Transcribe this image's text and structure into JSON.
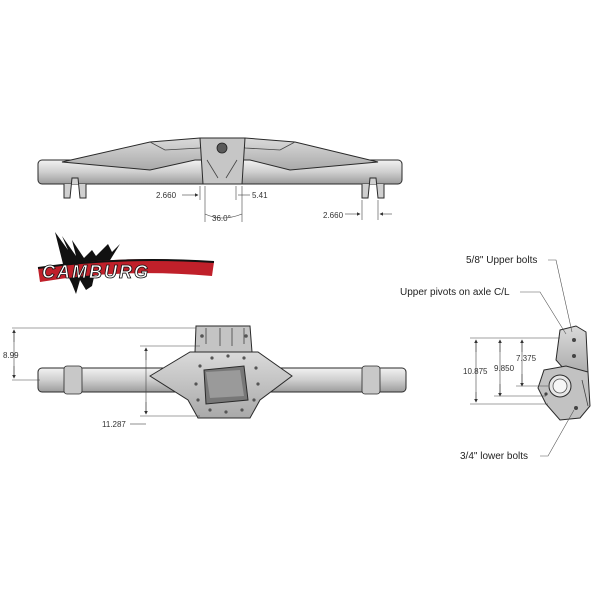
{
  "logo": {
    "text": "CAMBURG"
  },
  "top_view": {
    "dim_left": "2.660",
    "dim_center": "5.41",
    "dim_angle": "36.0°",
    "dim_right": "2.660"
  },
  "front_view": {
    "dim_height": "8.99",
    "dim_width": "11.287"
  },
  "side_view": {
    "label_upper_bolts": "5/8\" Upper bolts",
    "label_upper_pivots": "Upper pivots on axle C/L",
    "label_lower_bolts": "3/4\" lower bolts",
    "dim_overall": "10.875",
    "dim_mid": "9.850",
    "dim_inner": "7.375"
  },
  "colors": {
    "metal_light": "#d4d4d4",
    "metal_mid": "#bdbdbd",
    "metal_dark": "#9a9a9a",
    "outline": "#2a2a2a",
    "logo_red": "#c0202a"
  }
}
